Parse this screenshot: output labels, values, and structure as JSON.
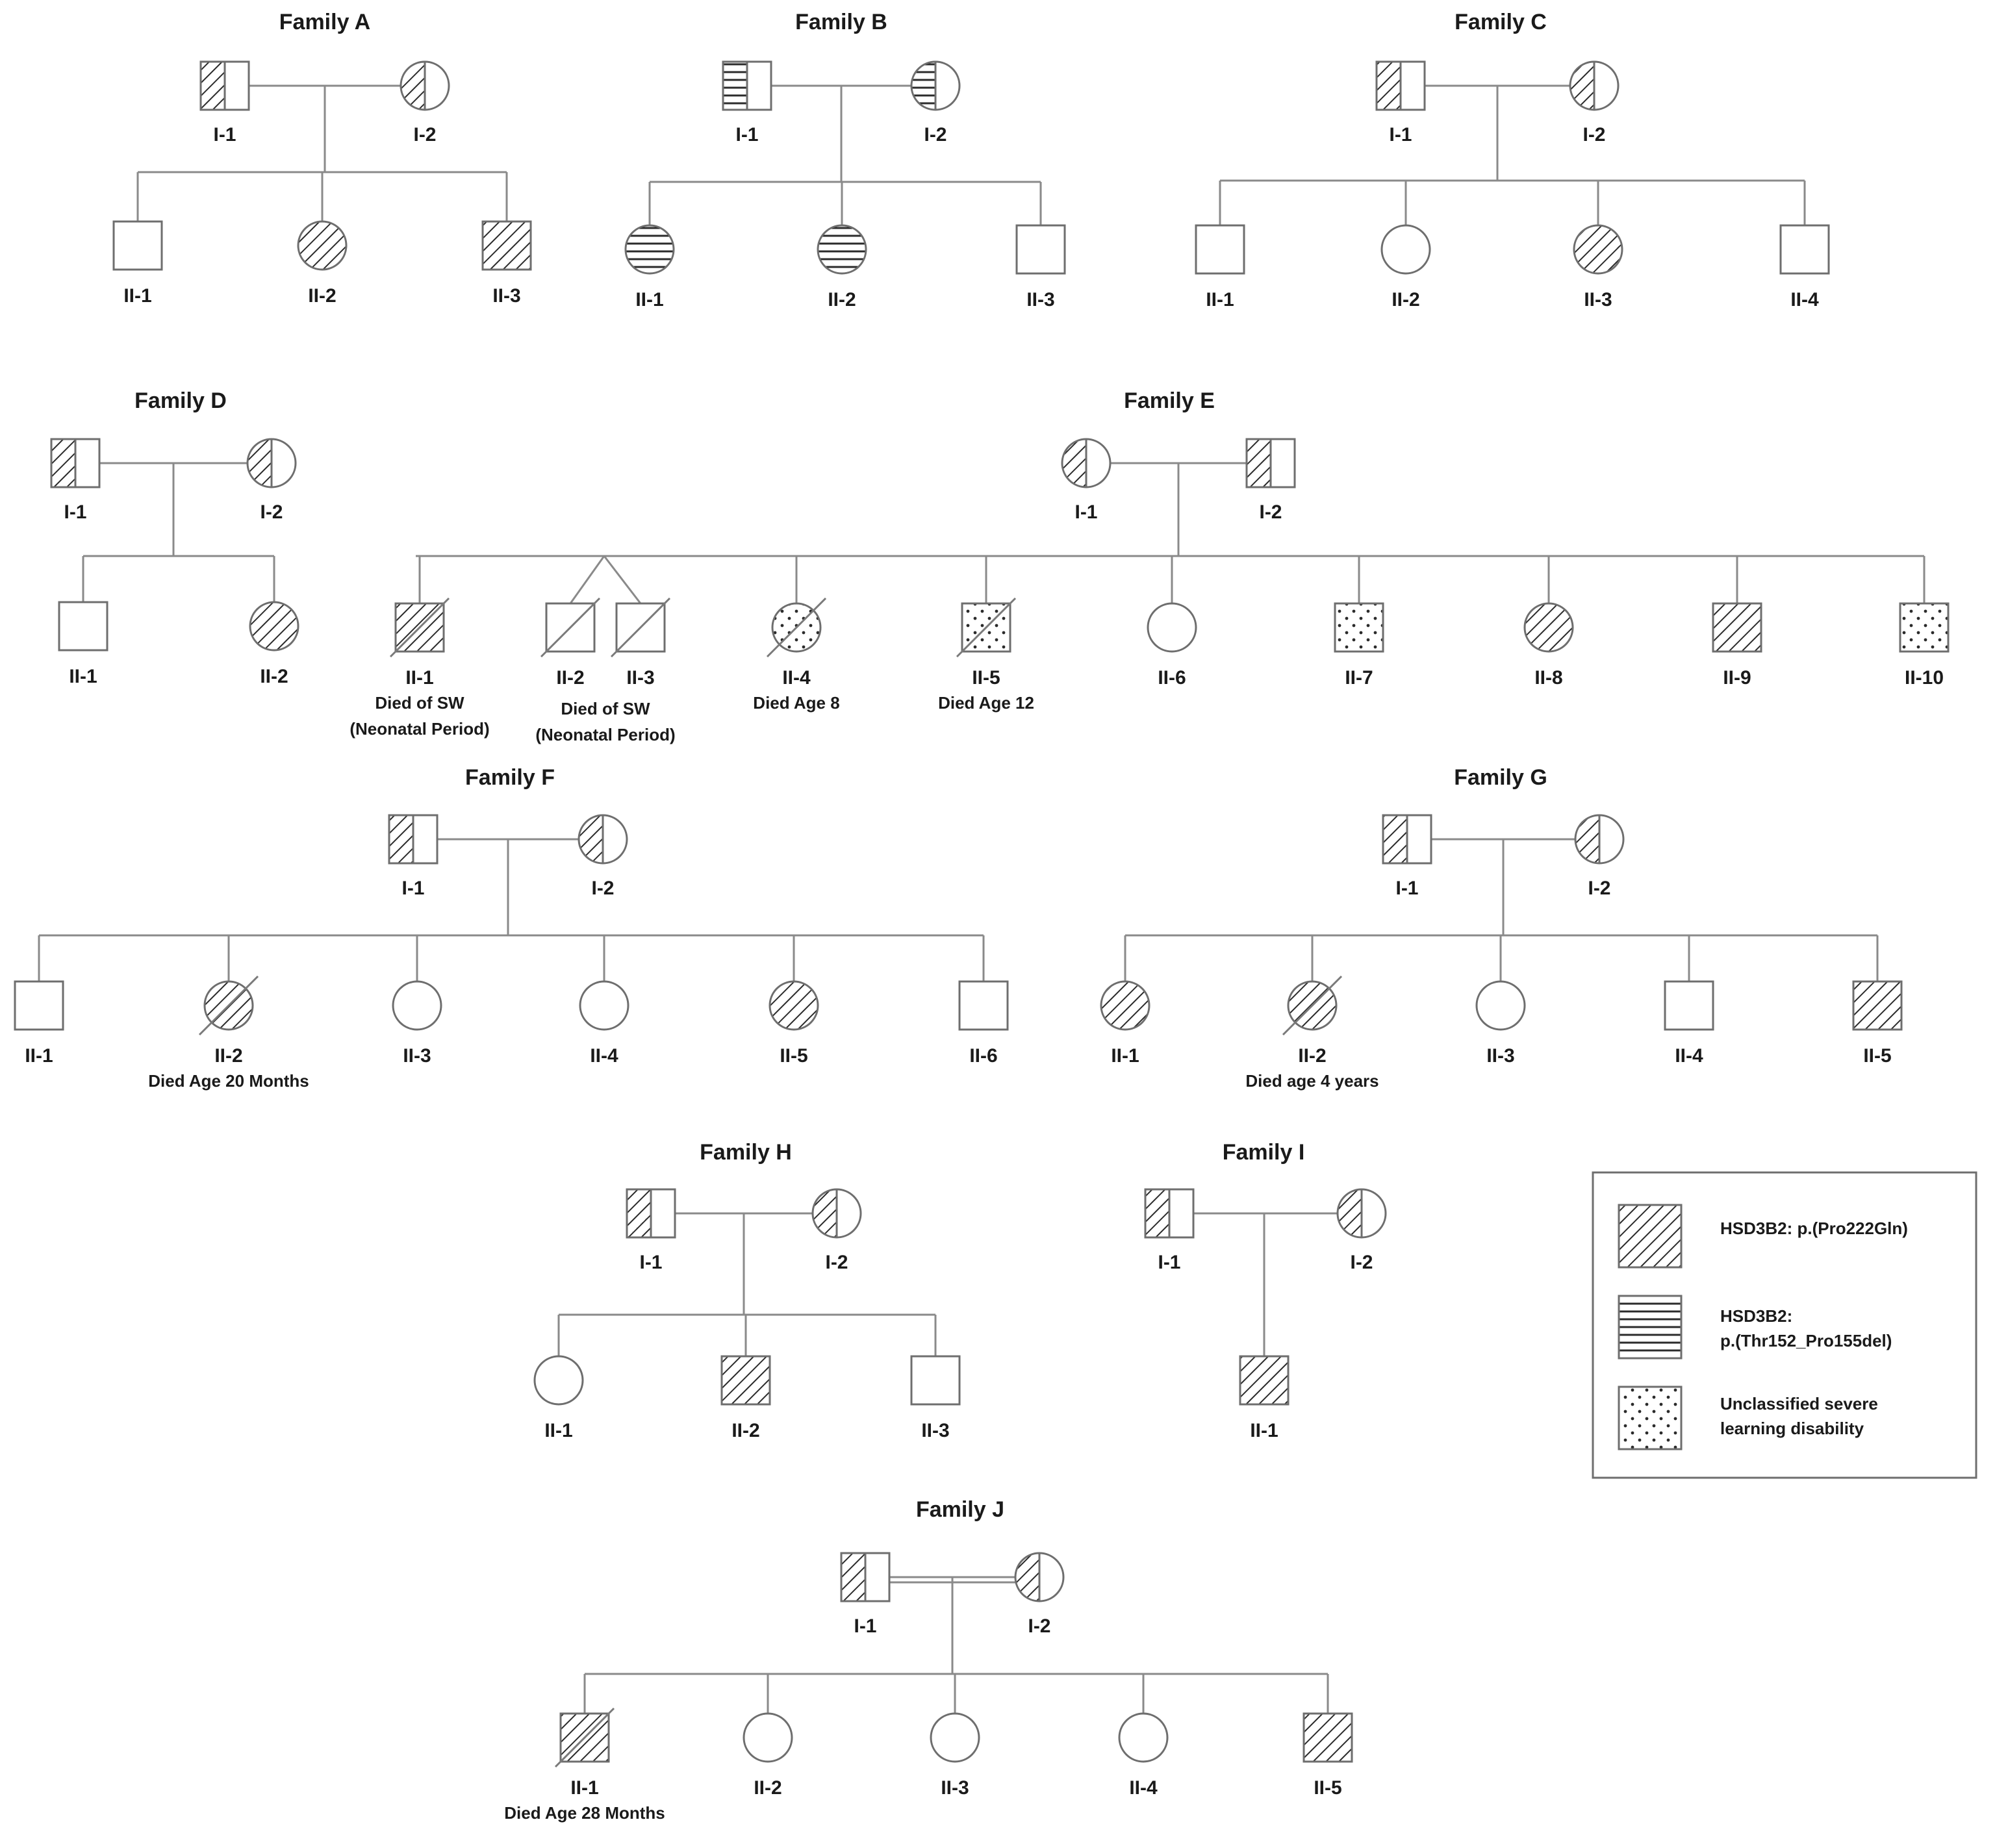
{
  "legend": [
    {
      "pattern": "diag",
      "lines": [
        "HSD3B2: p.(Pro222Gln)"
      ]
    },
    {
      "pattern": "horiz",
      "lines": [
        "HSD3B2:",
        "p.(Thr152_Pro155del)"
      ]
    },
    {
      "pattern": "dots",
      "lines": [
        "Unclassified severe",
        "learning disability"
      ]
    }
  ],
  "families": [
    {
      "title": "Family A",
      "parents": [
        {
          "id": "I-1",
          "sex": "M",
          "fill": "diag",
          "half": true
        },
        {
          "id": "I-2",
          "sex": "F",
          "fill": "diag",
          "half": true
        }
      ],
      "children": [
        {
          "id": "II-1",
          "sex": "M",
          "fill": "none"
        },
        {
          "id": "II-2",
          "sex": "F",
          "fill": "diag"
        },
        {
          "id": "II-3",
          "sex": "M",
          "fill": "diag"
        }
      ]
    },
    {
      "title": "Family B",
      "parents": [
        {
          "id": "I-1",
          "sex": "M",
          "fill": "horiz",
          "half": true
        },
        {
          "id": "I-2",
          "sex": "F",
          "fill": "horiz",
          "half": true
        }
      ],
      "children": [
        {
          "id": "II-1",
          "sex": "F",
          "fill": "horiz"
        },
        {
          "id": "II-2",
          "sex": "F",
          "fill": "horiz"
        },
        {
          "id": "II-3",
          "sex": "M",
          "fill": "none"
        }
      ]
    },
    {
      "title": "Family C",
      "parents": [
        {
          "id": "I-1",
          "sex": "M",
          "fill": "diag",
          "half": true
        },
        {
          "id": "I-2",
          "sex": "F",
          "fill": "diag",
          "half": true
        }
      ],
      "children": [
        {
          "id": "II-1",
          "sex": "M",
          "fill": "none"
        },
        {
          "id": "II-2",
          "sex": "F",
          "fill": "none"
        },
        {
          "id": "II-3",
          "sex": "F",
          "fill": "diag"
        },
        {
          "id": "II-4",
          "sex": "M",
          "fill": "none"
        }
      ]
    },
    {
      "title": "Family D",
      "parents": [
        {
          "id": "I-1",
          "sex": "M",
          "fill": "diag",
          "half": true
        },
        {
          "id": "I-2",
          "sex": "F",
          "fill": "diag",
          "half": true
        }
      ],
      "children": [
        {
          "id": "II-1",
          "sex": "M",
          "fill": "none"
        },
        {
          "id": "II-2",
          "sex": "F",
          "fill": "diag"
        }
      ]
    },
    {
      "title": "Family E",
      "parents": [
        {
          "id": "I-1",
          "sex": "F",
          "fill": "diag",
          "half": true
        },
        {
          "id": "I-2",
          "sex": "M",
          "fill": "diag",
          "half": true
        }
      ],
      "children": [
        {
          "id": "II-1",
          "sex": "M",
          "fill": "diag",
          "deceased": true,
          "note": [
            "Died of SW",
            "(Neonatal Period)"
          ]
        },
        {
          "id": "II-2",
          "sex": "M",
          "fill": "none",
          "deceased": true,
          "twin": true
        },
        {
          "id": "II-3",
          "sex": "M",
          "fill": "none",
          "deceased": true,
          "twin": true
        },
        {
          "id": "II-4",
          "sex": "F",
          "fill": "dots",
          "deceased": true,
          "note": [
            "Died Age 8"
          ]
        },
        {
          "id": "II-5",
          "sex": "M",
          "fill": "dots",
          "deceased": true,
          "note": [
            "Died Age 12"
          ]
        },
        {
          "id": "II-6",
          "sex": "F",
          "fill": "none"
        },
        {
          "id": "II-7",
          "sex": "M",
          "fill": "dots"
        },
        {
          "id": "II-8",
          "sex": "F",
          "fill": "diag"
        },
        {
          "id": "II-9",
          "sex": "M",
          "fill": "diag"
        },
        {
          "id": "II-10",
          "sex": "M",
          "fill": "dots"
        }
      ],
      "twin_note": [
        "Died of SW",
        "(Neonatal Period)"
      ]
    },
    {
      "title": "Family F",
      "parents": [
        {
          "id": "I-1",
          "sex": "M",
          "fill": "diag",
          "half": true
        },
        {
          "id": "I-2",
          "sex": "F",
          "fill": "diag",
          "half": true
        }
      ],
      "children": [
        {
          "id": "II-1",
          "sex": "M",
          "fill": "none"
        },
        {
          "id": "II-2",
          "sex": "F",
          "fill": "diag",
          "deceased": true,
          "note": [
            "Died Age 20 Months"
          ]
        },
        {
          "id": "II-3",
          "sex": "F",
          "fill": "none"
        },
        {
          "id": "II-4",
          "sex": "F",
          "fill": "none"
        },
        {
          "id": "II-5",
          "sex": "F",
          "fill": "diag"
        },
        {
          "id": "II-6",
          "sex": "M",
          "fill": "none"
        }
      ]
    },
    {
      "title": "Family G",
      "parents": [
        {
          "id": "I-1",
          "sex": "M",
          "fill": "diag",
          "half": true
        },
        {
          "id": "I-2",
          "sex": "F",
          "fill": "diag",
          "half": true
        }
      ],
      "children": [
        {
          "id": "II-1",
          "sex": "F",
          "fill": "diag"
        },
        {
          "id": "II-2",
          "sex": "F",
          "fill": "diag",
          "deceased": true,
          "note": [
            "Died age 4 years"
          ]
        },
        {
          "id": "II-3",
          "sex": "F",
          "fill": "none"
        },
        {
          "id": "II-4",
          "sex": "M",
          "fill": "none"
        },
        {
          "id": "II-5",
          "sex": "M",
          "fill": "diag"
        }
      ]
    },
    {
      "title": "Family H",
      "parents": [
        {
          "id": "I-1",
          "sex": "M",
          "fill": "diag",
          "half": true
        },
        {
          "id": "I-2",
          "sex": "F",
          "fill": "diag",
          "half": true
        }
      ],
      "children": [
        {
          "id": "II-1",
          "sex": "F",
          "fill": "none"
        },
        {
          "id": "II-2",
          "sex": "M",
          "fill": "diag"
        },
        {
          "id": "II-3",
          "sex": "M",
          "fill": "none"
        }
      ]
    },
    {
      "title": "Family I",
      "parents": [
        {
          "id": "I-1",
          "sex": "M",
          "fill": "diag",
          "half": true
        },
        {
          "id": "I-2",
          "sex": "F",
          "fill": "diag",
          "half": true
        }
      ],
      "children": [
        {
          "id": "II-1",
          "sex": "M",
          "fill": "diag"
        }
      ]
    },
    {
      "title": "Family J",
      "parents": [
        {
          "id": "I-1",
          "sex": "M",
          "fill": "diag",
          "half": true
        },
        {
          "id": "I-2",
          "sex": "F",
          "fill": "diag",
          "half": true
        }
      ],
      "children": [
        {
          "id": "II-1",
          "sex": "M",
          "fill": "diag",
          "deceased": true,
          "note": [
            "Died Age 28 Months"
          ]
        },
        {
          "id": "II-2",
          "sex": "F",
          "fill": "none"
        },
        {
          "id": "II-3",
          "sex": "F",
          "fill": "none"
        },
        {
          "id": "II-4",
          "sex": "F",
          "fill": "none"
        },
        {
          "id": "II-5",
          "sex": "M",
          "fill": "diag"
        }
      ]
    }
  ]
}
